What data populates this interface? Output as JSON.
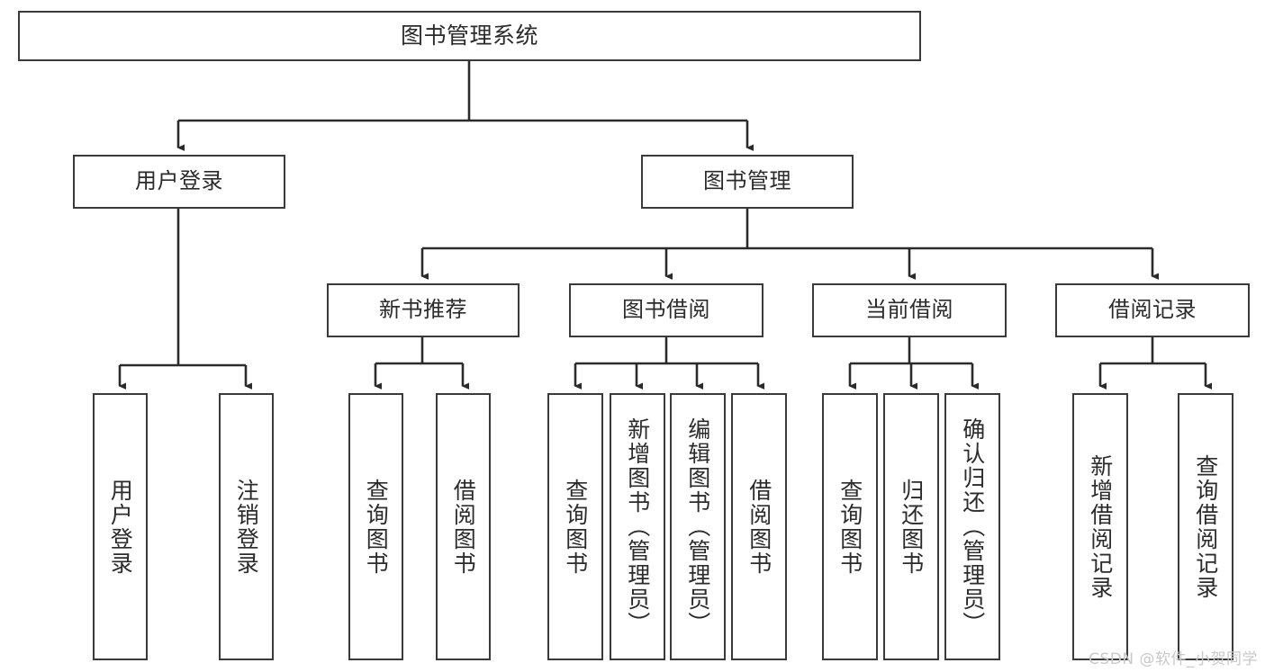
{
  "diagram": {
    "type": "tree-hierarchy",
    "title": "图书管理系统",
    "watermark": "CSDN @软件_小贺同学",
    "colors": {
      "box_border": "#3a3a3a",
      "box_fill": "#ffffff",
      "connector": "#2b2b2b",
      "text": "#2b2b2b",
      "watermark": "#c9c9c9",
      "background": "#ffffff"
    },
    "levels": {
      "root": [
        "图书管理系统"
      ],
      "level2": [
        "用户登录",
        "图书管理"
      ],
      "level3": [
        "新书推荐",
        "图书借阅",
        "当前借阅",
        "借阅记录"
      ],
      "leaves": [
        "用户登录",
        "注销登录",
        "查询图书",
        "借阅图书",
        "查询图书",
        "新增图书（管理员）",
        "编辑图书（管理员）",
        "借阅图书",
        "查询图书",
        "归还图书",
        "确认归还（管理员）",
        "新增借阅记录",
        "查询借阅记录"
      ]
    },
    "nodes": {
      "root": {
        "label": "图书管理系统"
      },
      "user_login": {
        "label": "用户登录"
      },
      "book_manage": {
        "label": "图书管理"
      },
      "new_book_rec": {
        "label": "新书推荐"
      },
      "book_borrow": {
        "label": "图书借阅"
      },
      "current_borrow": {
        "label": "当前借阅"
      },
      "borrow_record": {
        "label": "借阅记录"
      },
      "leaf_user_login": {
        "label": "用户登录"
      },
      "leaf_logout": {
        "label": "注销登录"
      },
      "leaf_query_book_1": {
        "label": "查询图书"
      },
      "leaf_borrow_book_1": {
        "label": "借阅图书"
      },
      "leaf_query_book_2": {
        "label": "查询图书"
      },
      "leaf_add_book": {
        "label": "新增图书（管理员）"
      },
      "leaf_edit_book": {
        "label": "编辑图书（管理员）"
      },
      "leaf_borrow_book_2": {
        "label": "借阅图书"
      },
      "leaf_query_book_3": {
        "label": "查询图书"
      },
      "leaf_return_book": {
        "label": "归还图书"
      },
      "leaf_confirm_return": {
        "label": "确认归还（管理员）"
      },
      "leaf_add_record": {
        "label": "新增借阅记录"
      },
      "leaf_query_record": {
        "label": "查询借阅记录"
      }
    },
    "edges": [
      {
        "from": "root",
        "to": "user_login"
      },
      {
        "from": "root",
        "to": "book_manage"
      },
      {
        "from": "user_login",
        "to": "leaf_user_login"
      },
      {
        "from": "user_login",
        "to": "leaf_logout"
      },
      {
        "from": "book_manage",
        "to": "new_book_rec"
      },
      {
        "from": "book_manage",
        "to": "book_borrow"
      },
      {
        "from": "book_manage",
        "to": "current_borrow"
      },
      {
        "from": "book_manage",
        "to": "borrow_record"
      },
      {
        "from": "new_book_rec",
        "to": "leaf_query_book_1"
      },
      {
        "from": "new_book_rec",
        "to": "leaf_borrow_book_1"
      },
      {
        "from": "book_borrow",
        "to": "leaf_query_book_2"
      },
      {
        "from": "book_borrow",
        "to": "leaf_add_book"
      },
      {
        "from": "book_borrow",
        "to": "leaf_edit_book"
      },
      {
        "from": "book_borrow",
        "to": "leaf_borrow_book_2"
      },
      {
        "from": "current_borrow",
        "to": "leaf_query_book_3"
      },
      {
        "from": "current_borrow",
        "to": "leaf_return_book"
      },
      {
        "from": "current_borrow",
        "to": "leaf_confirm_return"
      },
      {
        "from": "borrow_record",
        "to": "leaf_add_record"
      },
      {
        "from": "borrow_record",
        "to": "leaf_query_record"
      }
    ]
  }
}
